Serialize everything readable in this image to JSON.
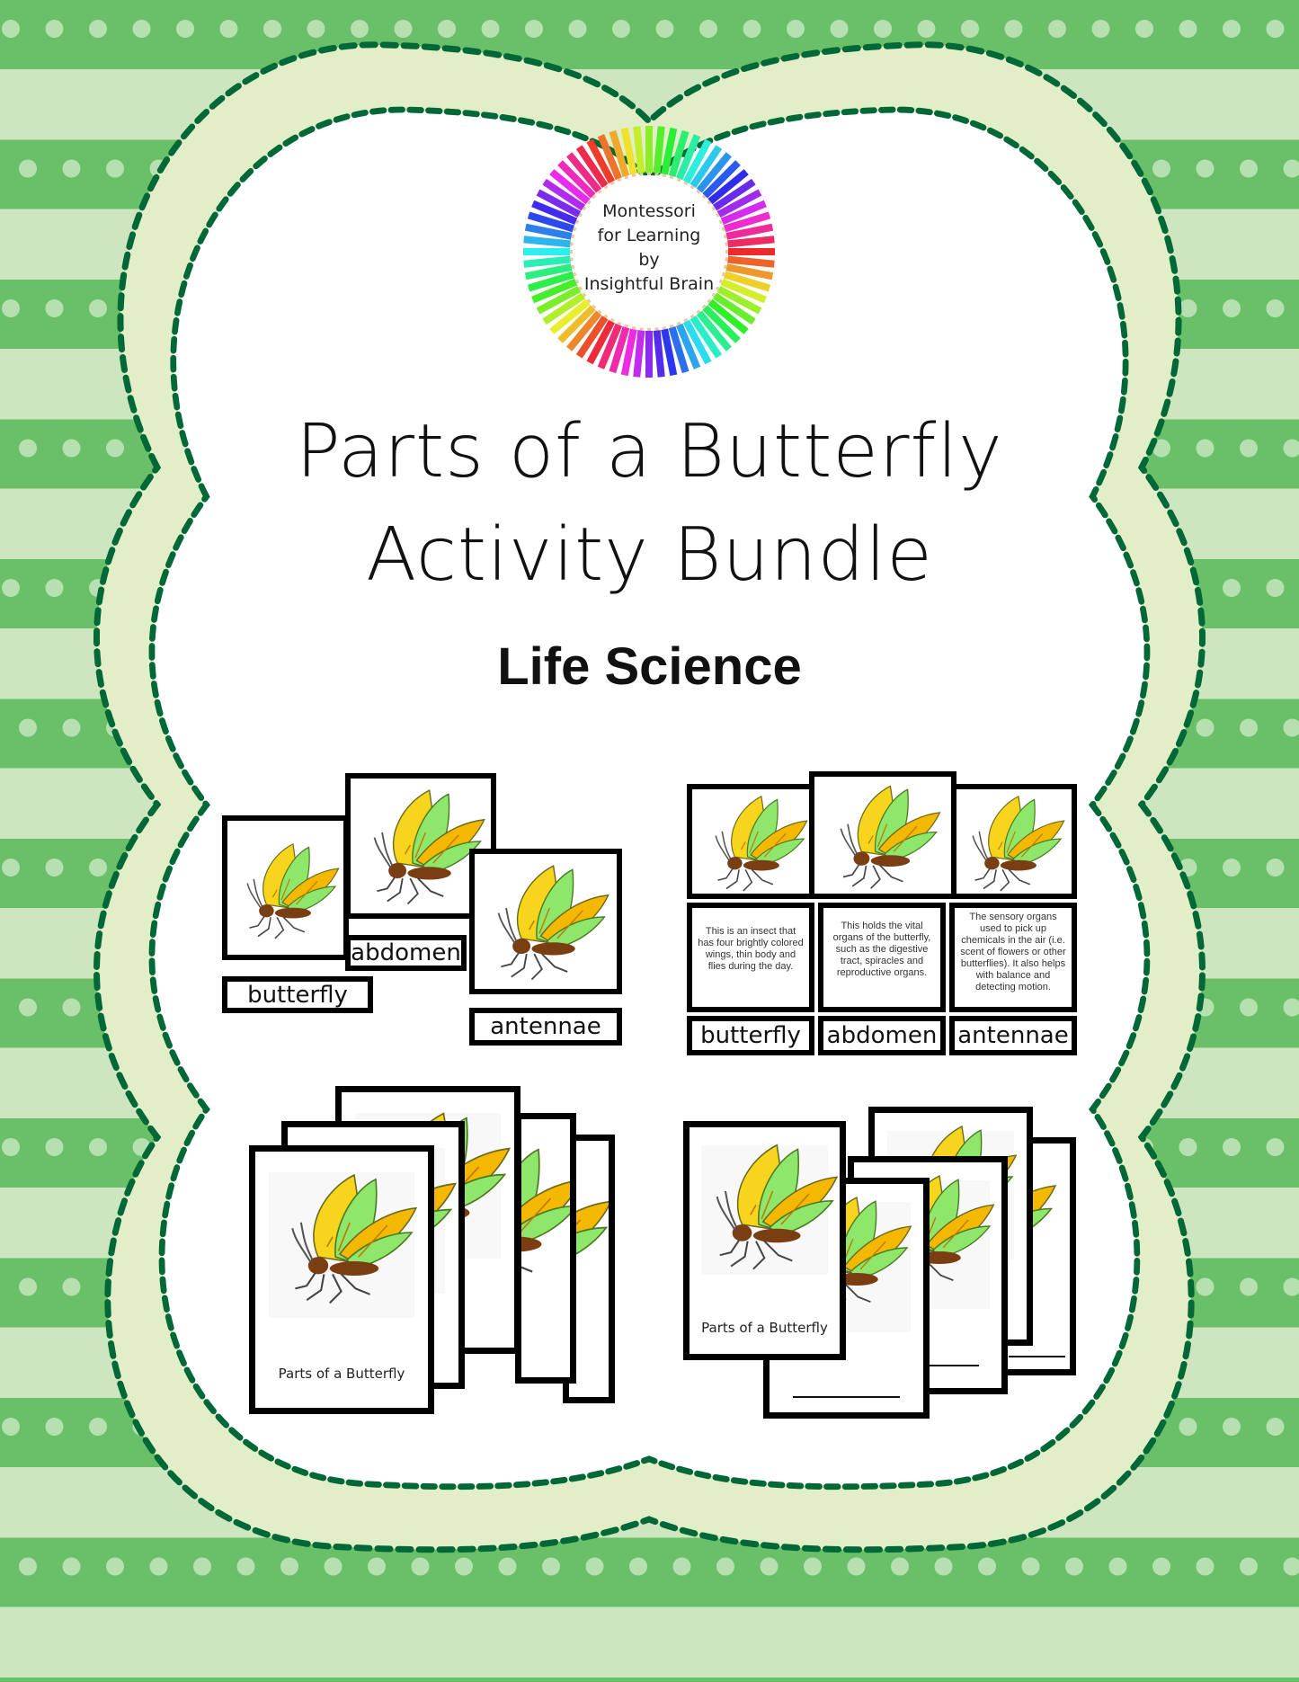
{
  "logo": {
    "lines": [
      "Montessori",
      "for Learning",
      "by",
      "Insightful Brain"
    ]
  },
  "title": {
    "line1": "Parts of a Butterfly",
    "line2": "Activity Bundle"
  },
  "subtitle": "Life Science",
  "cards": {
    "labels": {
      "butterfly": "butterfly",
      "abdomen": "abdomen",
      "antennae": "antennae"
    },
    "descriptions": {
      "butterfly": "This is an insect that has four brightly colored wings, thin body and flies during the day.",
      "abdomen": "This holds the vital organs of the butterfly, such as the digestive tract, spiracles and reproductive organs.",
      "antennae": "The sensory organs used to pick up chemicals in the air (i.e. scent of flowers or other butterflies). It also helps with balance and detecting motion."
    },
    "booklet_title": "Parts of a Butterfly"
  },
  "colors": {
    "stripe_dark": "#6abf69",
    "stripe_light": "#cde6c0",
    "frame_band": "#e2eec8",
    "dash": "#006837",
    "wing_yellow": "#f7d51d",
    "wing_green": "#8ee66a",
    "wing_orange": "#f5b800",
    "body_brown": "#7a3e12",
    "highlight_red": "#e31010"
  }
}
